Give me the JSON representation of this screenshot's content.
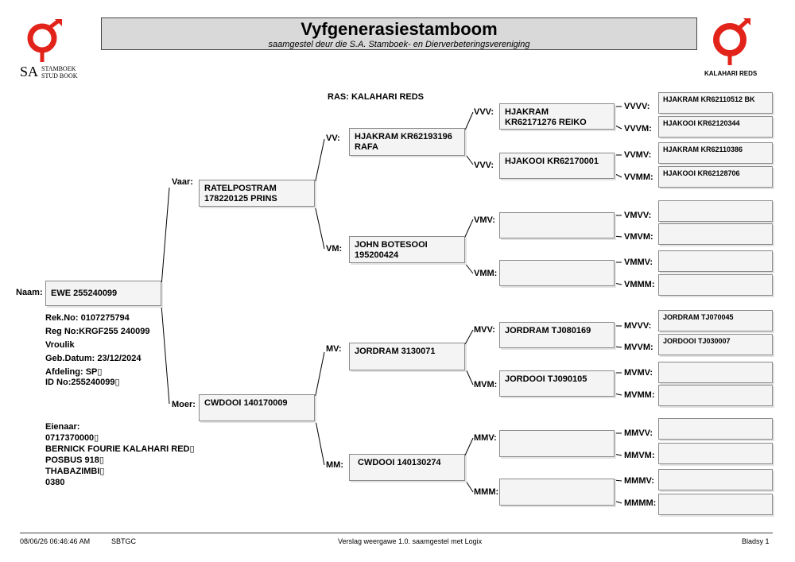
{
  "header": {
    "title": "Vyfgenerasiestamboom",
    "subtitle": "saamgestel deur die S.A. Stamboek- en Dierverbeteringsvereniging"
  },
  "logo_left": {
    "initials": "SA",
    "line1": "STAMBOEK",
    "line2": "STUD BOOK"
  },
  "logo_right": {
    "text": "KALAHARI REDS"
  },
  "breed": "RAS: KALAHARI REDS",
  "animal": {
    "naam_label": "Naam:",
    "naam": "EWE 255240099",
    "rek_no": "Rek.No: 0107275794",
    "reg_no": "Reg No:KRGF255 240099",
    "sex": "Vroulik",
    "birth": "Geb.Datum: 23/12/2024",
    "afdeling": "Afdeling: SP▯",
    "id_no": "ID No:255240099▯"
  },
  "owner": {
    "label": "Eienaar:",
    "phone": "0717370000▯",
    "name": "BERNICK FOURIE KALAHARI RED▯",
    "box": "POSBUS 918▯",
    "town": "THABAZIMBI▯",
    "code": "0380"
  },
  "gen1": {
    "vaar_label": "Vaar:",
    "vaar_l1": "RATELPOSTRAM",
    "vaar_l2": "178220125 PRINS",
    "moer_label": "Moer:",
    "moer_l1": "CWDOOI 140170009"
  },
  "gen2": {
    "vv_label": "VV:",
    "vv_l1": "HJAKRAM KR62193196",
    "vv_l2": "RAFA",
    "vm_label": "VM:",
    "vm_l1": "JOHN BOTESOOI",
    "vm_l2": "195200424",
    "mv_label": "MV:",
    "mv_l1": "JORDRAM 3130071",
    "mm_label": "MM:",
    "mm_l1": "CWDOOI 140130274"
  },
  "gen3": {
    "vvv_label": "VVV:",
    "vvv_l1": "HJAKRAM",
    "vvv_l2": "KR62171276 REIKO",
    "vvm_label": "VVV:",
    "vvm_l1": "HJAKOOI KR62170001",
    "vmv_label": "VMV:",
    "vmv_l1": "",
    "vmm_label": "VMM:",
    "vmm_l1": "",
    "mvv_label": "MVV:",
    "mvv_l1": "JORDRAM TJ080169",
    "mvm_label": "MVM:",
    "mvm_l1": "JORDOOI TJ090105",
    "mmv_label": "MMV:",
    "mmv_l1": "",
    "mmm_label": "MMM:",
    "mmm_l1": ""
  },
  "gen4": {
    "vvvv_label": "VVVV:",
    "vvvv": "HJAKRAM KR62110512 BK",
    "vvvm_label": "VVVM:",
    "vvvm": "HJAKOOI KR62120344",
    "vvmv_label": "VVMV:",
    "vvmv": "HJAKRAM KR62110386",
    "vvmm_label": "VVMM:",
    "vvmm": "HJAKOOI KR62128706",
    "vmvv_label": "VMVV:",
    "vmvv": "",
    "vmvm_label": "VMVM:",
    "vmvm": "",
    "vmmv_label": "VMMV:",
    "vmmv": "",
    "vmmm_label": "VMMM:",
    "vmmm": "",
    "mvvv_label": "MVVV:",
    "mvvv": "JORDRAM TJ070045",
    "mvvm_label": "MVVM:",
    "mvvm": "JORDOOI TJ030007",
    "mvmv_label": "MVMV:",
    "mvmv": "",
    "mvmm_label": "MVMM:",
    "mvmm": "",
    "mmvv_label": "MMVV:",
    "mmvv": "",
    "mmvm_label": "MMVM:",
    "mmvm": "",
    "mmmv_label": "MMMV:",
    "mmmv": "",
    "mmmm_label": "MMMM:",
    "mmmm": ""
  },
  "footer": {
    "datetime": "08/06/26 06:46:46 AM",
    "code": "SBTGC",
    "version": "Verslag weergawe 1.0. saamgestel met Logix",
    "page": "Bladsy 1"
  },
  "colors": {
    "logo_red": "#e2231a",
    "title_bg": "#d9d9d9",
    "box_bg": "#f4f4f4"
  }
}
